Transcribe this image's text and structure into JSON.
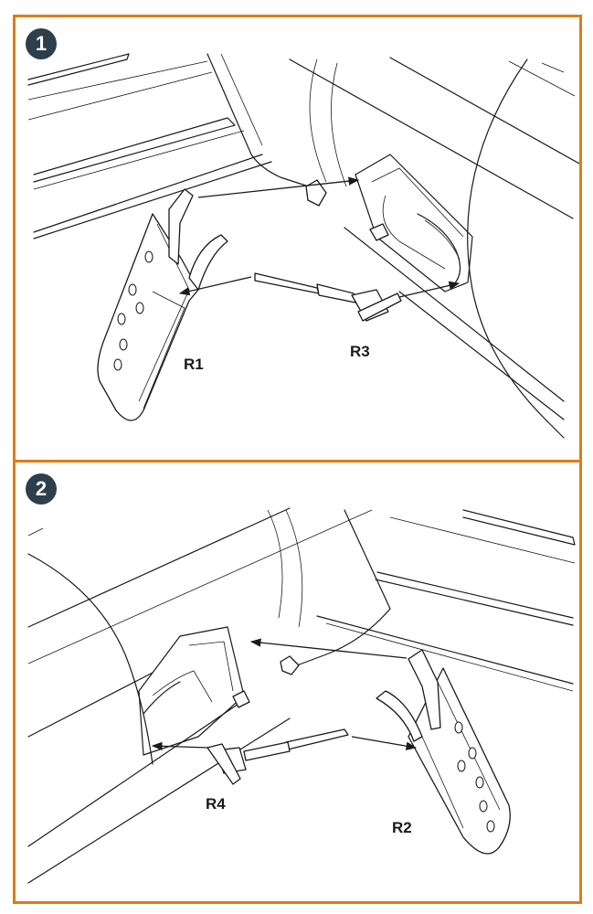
{
  "panels": [
    {
      "step": "1",
      "labels": {
        "door": "R1",
        "strut": "R3"
      }
    },
    {
      "step": "2",
      "labels": {
        "door": "R2",
        "strut": "R4"
      }
    }
  ],
  "colors": {
    "frame": "#e07b1a",
    "badge": "#2d3e4c",
    "ink": "#1a1a1a"
  }
}
